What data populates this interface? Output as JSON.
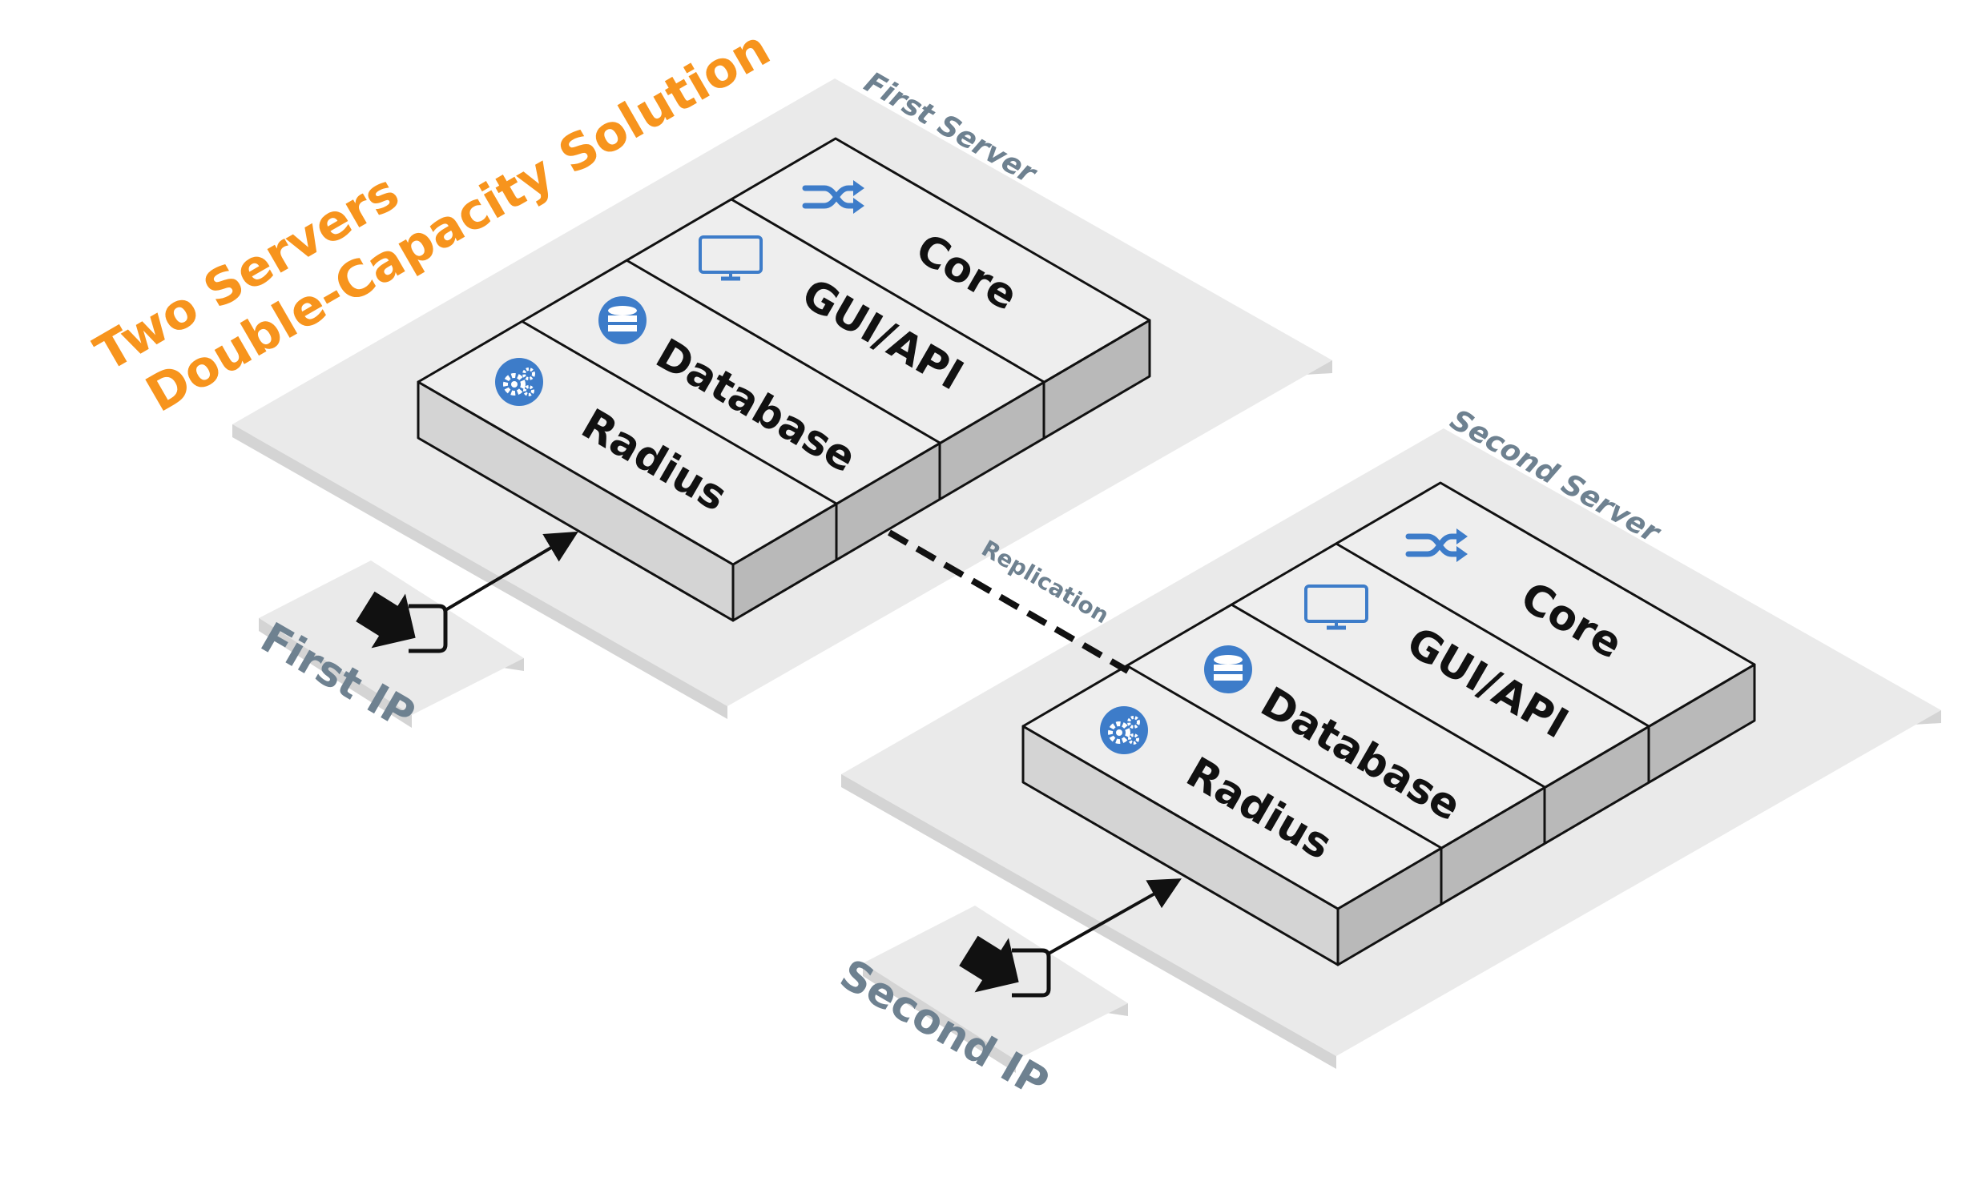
{
  "title": {
    "line1": "Two Servers",
    "line2": "Double-Capacity Solution"
  },
  "servers": [
    {
      "label": "First Server",
      "modules": [
        {
          "label": "Core",
          "icon": "shuffle-icon"
        },
        {
          "label": "GUI/API",
          "icon": "monitor-icon"
        },
        {
          "label": "Database",
          "icon": "database-icon"
        },
        {
          "label": "Radius",
          "icon": "gears-icon"
        }
      ],
      "ip": {
        "label": "First IP",
        "icon": "login-icon"
      }
    },
    {
      "label": "Second Server",
      "modules": [
        {
          "label": "Core",
          "icon": "shuffle-icon"
        },
        {
          "label": "GUI/API",
          "icon": "monitor-icon"
        },
        {
          "label": "Database",
          "icon": "database-icon"
        },
        {
          "label": "Radius",
          "icon": "gears-icon"
        }
      ],
      "ip": {
        "label": "Second IP",
        "icon": "login-icon"
      }
    }
  ],
  "replication": {
    "label": "Replication"
  },
  "colors": {
    "title": "#f7941d",
    "label_gray": "#6e8190",
    "icon_blue": "#3d7cc9",
    "platform": "#eaeaea"
  }
}
